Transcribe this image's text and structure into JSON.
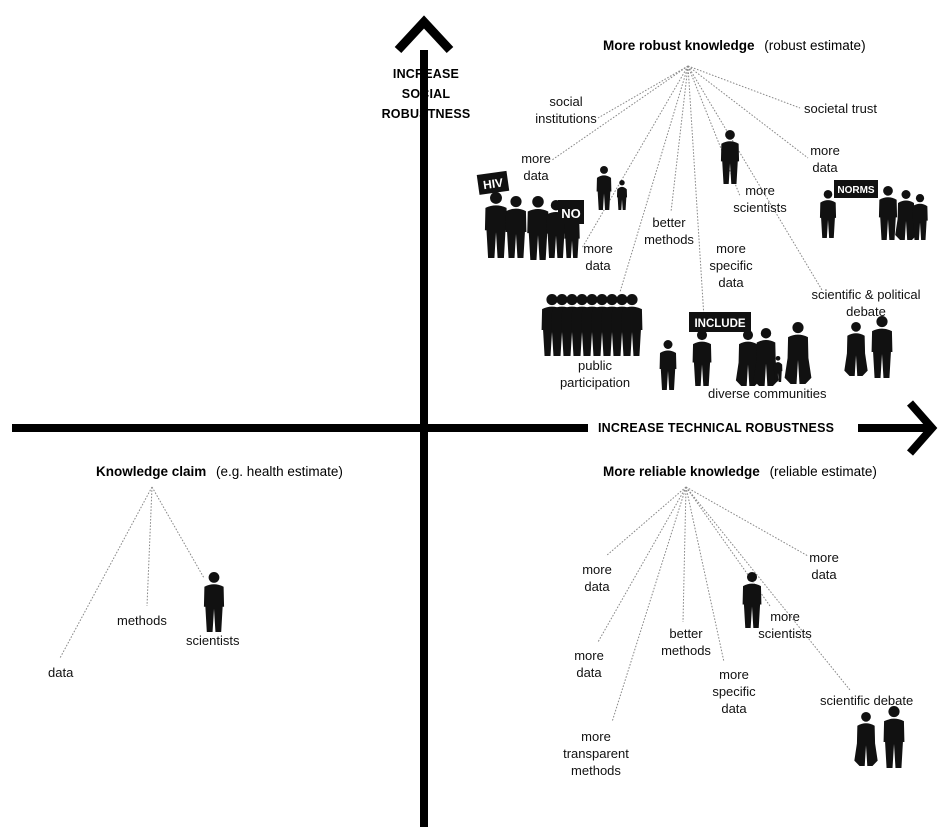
{
  "axes": {
    "vertical_label_line1": "INCREASE",
    "vertical_label_line2": "SOCIAL",
    "vertical_label_line3": "ROBUSTNESS",
    "horizontal_label": "INCREASE TECHNICAL ROBUSTNESS"
  },
  "top_right": {
    "title_bold": "More robust knowledge",
    "title_rest": "(robust estimate)",
    "labels": {
      "social_institutions": "social\ninstitutions",
      "societal_trust": "societal trust",
      "more_data_left": "more\ndata",
      "more_data_right": "more\ndata",
      "more_data_mid": "more\ndata",
      "better_methods": "better\nmethods",
      "more_scientists": "more\nscientists",
      "more_specific_data": "more\nspecific\ndata",
      "scientific_political_debate": "scientific & political\ndebate",
      "public_participation": "public\nparticipation",
      "diverse_communities": "diverse communities"
    },
    "signs": {
      "hiv": "HIV",
      "no": "NO",
      "norms": "NORMS",
      "include": "INCLUDE"
    }
  },
  "bottom_left": {
    "title_bold": "Knowledge claim",
    "title_rest": "(e.g. health estimate)",
    "labels": {
      "data": "data",
      "methods": "methods",
      "scientists": "scientists"
    }
  },
  "bottom_right": {
    "title_bold": "More reliable knowledge",
    "title_rest": "(reliable estimate)",
    "labels": {
      "more_data_left": "more\ndata",
      "more_data_right": "more\ndata",
      "more_data_lower": "more\ndata",
      "better_methods": "better\nmethods",
      "more_scientists": "more\nscientists",
      "more_specific_data": "more\nspecific\ndata",
      "more_transparent_methods": "more\ntransparent\nmethods",
      "scientific_debate": "scientific debate"
    }
  },
  "colors": {
    "ink": "#000000",
    "leader": "#888888"
  }
}
